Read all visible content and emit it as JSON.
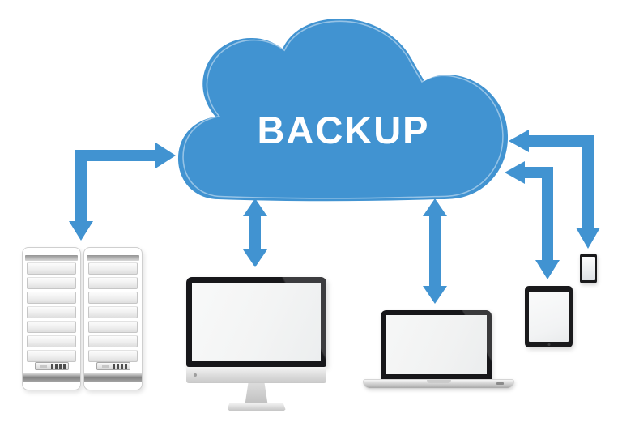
{
  "page": {
    "background": "#ffffff"
  },
  "cloud": {
    "label": "BACKUP",
    "fill": "#4193D1",
    "inner_outline": "rgba(255,255,255,0.45)"
  },
  "arrows": {
    "fill": "#4193D1",
    "items": [
      {
        "name": "servers-cloud-elbow-arrow"
      },
      {
        "name": "cloud-desktop-double-arrow"
      },
      {
        "name": "cloud-laptop-double-arrow"
      },
      {
        "name": "cloud-tablet-elbow-arrow"
      },
      {
        "name": "cloud-phone-elbow-arrow"
      }
    ]
  },
  "devices": [
    {
      "name": "server-rack-left-icon",
      "bays": 7
    },
    {
      "name": "server-rack-right-icon",
      "bays": 7
    },
    {
      "name": "desktop-computer-icon"
    },
    {
      "name": "laptop-icon"
    },
    {
      "name": "tablet-icon"
    },
    {
      "name": "smartphone-icon"
    }
  ]
}
